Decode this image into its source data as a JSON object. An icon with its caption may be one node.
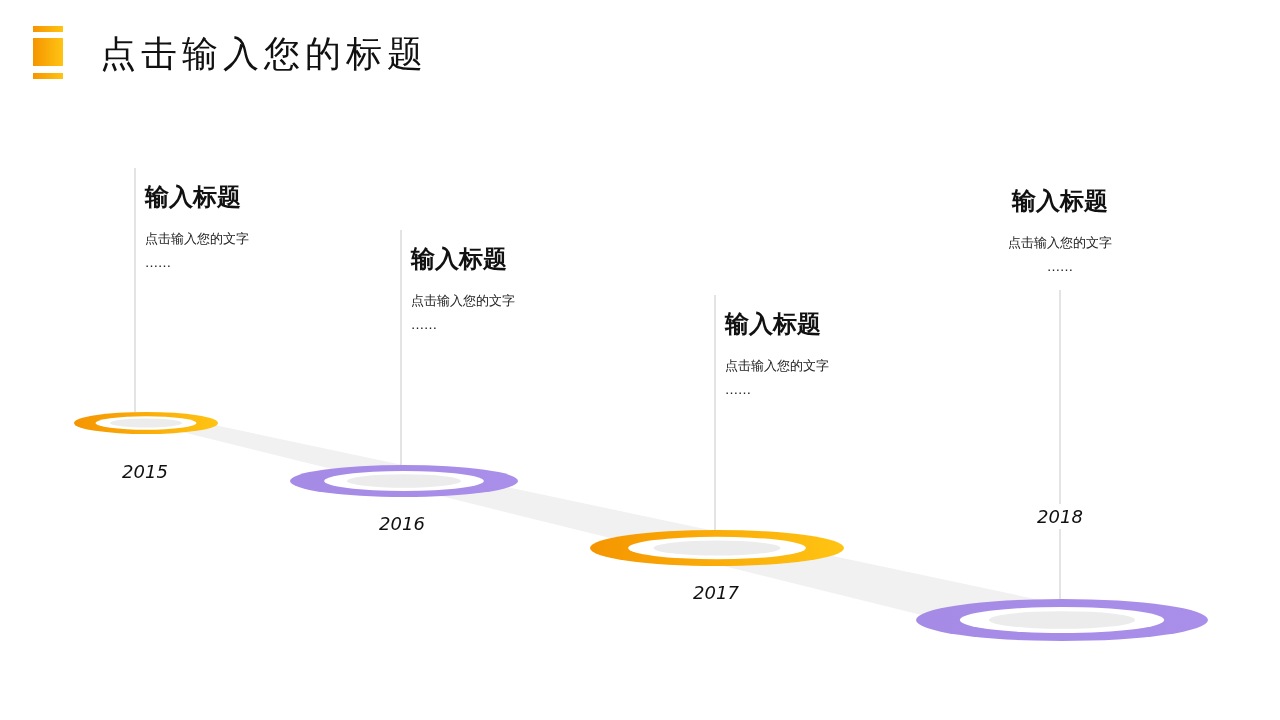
{
  "diagram": {
    "title": "点击输入您的标题",
    "nodes": [
      {
        "text": [
          "输入标题",
          "点击输入您的文字",
          "……"
        ]
      },
      {
        "text": [],
        "shape": "ellipse",
        "beside": [
          "2015"
        ]
      },
      {
        "text": [
          "输入标题",
          "点击输入您的文字",
          "……"
        ]
      },
      {
        "text": [],
        "shape": "ellipse",
        "beside": [
          "2016"
        ]
      },
      {
        "text": [
          "输入标题",
          "点击输入您的文字",
          "……"
        ]
      },
      {
        "text": [],
        "shape": "ellipse",
        "beside": [
          "2017"
        ]
      },
      {
        "text": [
          "输入标题",
          "点击输入您的文字",
          "……"
        ]
      },
      {
        "text": [],
        "shape": "ellipse"
      }
    ],
    "labels": [
      "2018"
    ],
    "edges": [
      {
        "from": 0,
        "to": 1,
        "arrow": "none"
      },
      {
        "from": 2,
        "to": 3,
        "arrow": "none"
      },
      {
        "from": 4,
        "to": 5,
        "arrow": "none"
      },
      {
        "from": 6,
        "to": 7,
        "arrow": "none"
      }
    ]
  }
}
